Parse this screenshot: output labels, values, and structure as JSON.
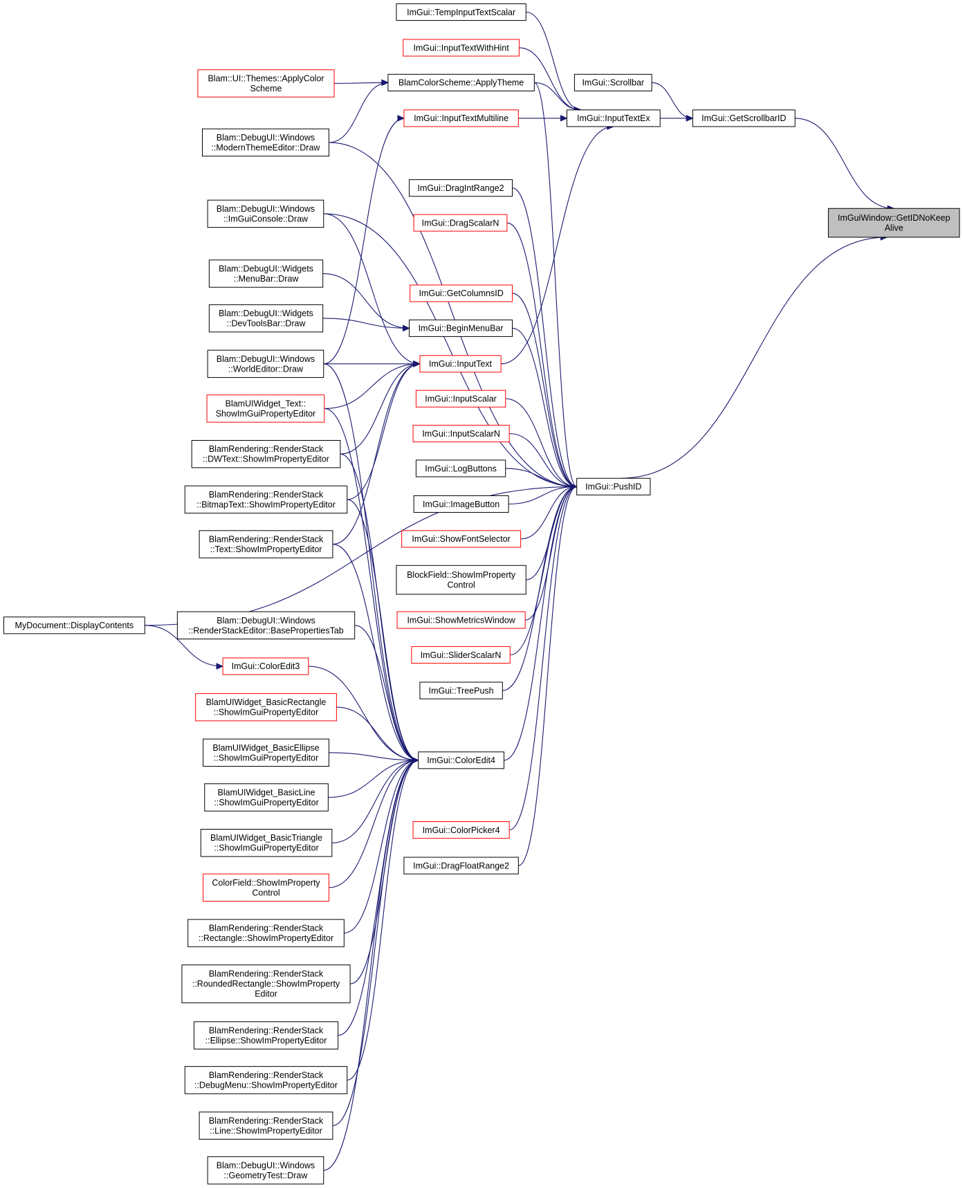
{
  "colors": {
    "edge": "#191970",
    "black_border": "#000000",
    "red_border": "#ff0000",
    "root_fill": "#bfbfbf"
  },
  "nodes": {
    "root": {
      "lines": [
        "ImGuiWindow::GetIDNoKeep",
        "Alive"
      ],
      "border": "black",
      "root": true
    },
    "getScrollbarID": {
      "lines": [
        "ImGui::GetScrollbarID"
      ],
      "border": "black"
    },
    "scrollbar": {
      "lines": [
        "ImGui::Scrollbar"
      ],
      "border": "black"
    },
    "inputTextEx": {
      "lines": [
        "ImGui::InputTextEx"
      ],
      "border": "black"
    },
    "pushID": {
      "lines": [
        "ImGui::PushID"
      ],
      "border": "black"
    },
    "tempInputTextScalar": {
      "lines": [
        "ImGui::TempInputTextScalar"
      ],
      "border": "black"
    },
    "inputTextWithHint": {
      "lines": [
        "ImGui::InputTextWithHint"
      ],
      "border": "red"
    },
    "applyTheme": {
      "lines": [
        "BlamColorScheme::ApplyTheme"
      ],
      "border": "black"
    },
    "inputTextMultiline": {
      "lines": [
        "ImGui::InputTextMultiline"
      ],
      "border": "red"
    },
    "dragIntRange2": {
      "lines": [
        "ImGui::DragIntRange2"
      ],
      "border": "black"
    },
    "dragScalarN": {
      "lines": [
        "ImGui::DragScalarN"
      ],
      "border": "red"
    },
    "getColumnsID": {
      "lines": [
        "ImGui::GetColumnsID"
      ],
      "border": "red"
    },
    "beginMenuBar": {
      "lines": [
        "ImGui::BeginMenuBar"
      ],
      "border": "black"
    },
    "inputText": {
      "lines": [
        "ImGui::InputText"
      ],
      "border": "red"
    },
    "inputScalar": {
      "lines": [
        "ImGui::InputScalar"
      ],
      "border": "red"
    },
    "inputScalarN": {
      "lines": [
        "ImGui::InputScalarN"
      ],
      "border": "red"
    },
    "logButtons": {
      "lines": [
        "ImGui::LogButtons"
      ],
      "border": "black"
    },
    "imageButton": {
      "lines": [
        "ImGui::ImageButton"
      ],
      "border": "black"
    },
    "showFontSelector": {
      "lines": [
        "ImGui::ShowFontSelector"
      ],
      "border": "red"
    },
    "blockField": {
      "lines": [
        "BlockField::ShowImProperty",
        "Control"
      ],
      "border": "black"
    },
    "showMetrics": {
      "lines": [
        "ImGui::ShowMetricsWindow"
      ],
      "border": "red"
    },
    "sliderScalarN": {
      "lines": [
        "ImGui::SliderScalarN"
      ],
      "border": "red"
    },
    "treePush": {
      "lines": [
        "ImGui::TreePush"
      ],
      "border": "black"
    },
    "colorEdit4": {
      "lines": [
        "ImGui::ColorEdit4"
      ],
      "border": "black"
    },
    "colorPicker4": {
      "lines": [
        "ImGui::ColorPicker4"
      ],
      "border": "red"
    },
    "dragFloatRange2": {
      "lines": [
        "ImGui::DragFloatRange2"
      ],
      "border": "black"
    },
    "colorEdit3": {
      "lines": [
        "ImGui::ColorEdit3"
      ],
      "border": "red"
    },
    "applyColorScheme": {
      "lines": [
        "Blam::UI::Themes::ApplyColor",
        "Scheme"
      ],
      "border": "red"
    },
    "modernTheme": {
      "lines": [
        "Blam::DebugUI::Windows",
        "::ModernThemeEditor::Draw"
      ],
      "border": "black"
    },
    "imGuiConsole": {
      "lines": [
        "Blam::DebugUI::Windows",
        "::ImGuiConsole::Draw"
      ],
      "border": "black"
    },
    "menuBarDraw": {
      "lines": [
        "Blam::DebugUI::Widgets",
        "::MenuBar::Draw"
      ],
      "border": "black"
    },
    "devToolsBar": {
      "lines": [
        "Blam::DebugUI::Widgets",
        "::DevToolsBar::Draw"
      ],
      "border": "black"
    },
    "worldEditor": {
      "lines": [
        "Blam::DebugUI::Windows",
        "::WorldEditor::Draw"
      ],
      "border": "black"
    },
    "widgetText": {
      "lines": [
        "BlamUIWidget_Text::",
        "ShowImGuiPropertyEditor"
      ],
      "border": "red"
    },
    "dwText": {
      "lines": [
        "BlamRendering::RenderStack",
        "::DWText::ShowImPropertyEditor"
      ],
      "border": "black"
    },
    "bitmapText": {
      "lines": [
        "BlamRendering::RenderStack",
        "::BitmapText::ShowImPropertyEditor"
      ],
      "border": "black"
    },
    "rsText": {
      "lines": [
        "BlamRendering::RenderStack",
        "::Text::ShowImPropertyEditor"
      ],
      "border": "black"
    },
    "myDocument": {
      "lines": [
        "MyDocument::DisplayContents"
      ],
      "border": "black"
    },
    "renderStackEditor": {
      "lines": [
        "Blam::DebugUI::Windows",
        "::RenderStackEditor::BasePropertiesTab"
      ],
      "border": "black"
    },
    "basicRectangle": {
      "lines": [
        "BlamUIWidget_BasicRectangle",
        "::ShowImGuiPropertyEditor"
      ],
      "border": "red"
    },
    "basicEllipse": {
      "lines": [
        "BlamUIWidget_BasicEllipse",
        "::ShowImGuiPropertyEditor"
      ],
      "border": "black"
    },
    "basicLine": {
      "lines": [
        "BlamUIWidget_BasicLine",
        "::ShowImGuiPropertyEditor"
      ],
      "border": "black"
    },
    "basicTriangle": {
      "lines": [
        "BlamUIWidget_BasicTriangle",
        "::ShowImGuiPropertyEditor"
      ],
      "border": "black"
    },
    "colorField": {
      "lines": [
        "ColorField::ShowImProperty",
        "Control"
      ],
      "border": "red"
    },
    "rsRectangle": {
      "lines": [
        "BlamRendering::RenderStack",
        "::Rectangle::ShowImPropertyEditor"
      ],
      "border": "black"
    },
    "rsRoundedRect": {
      "lines": [
        "BlamRendering::RenderStack",
        "::RoundedRectangle::ShowImProperty",
        "Editor"
      ],
      "border": "black"
    },
    "rsEllipse": {
      "lines": [
        "BlamRendering::RenderStack",
        "::Ellipse::ShowImPropertyEditor"
      ],
      "border": "black"
    },
    "rsDebugMenu": {
      "lines": [
        "BlamRendering::RenderStack",
        "::DebugMenu::ShowImPropertyEditor"
      ],
      "border": "black"
    },
    "rsLine": {
      "lines": [
        "BlamRendering::RenderStack",
        "::Line::ShowImPropertyEditor"
      ],
      "border": "black"
    },
    "geometryTest": {
      "lines": [
        "Blam::DebugUI::Windows",
        "::GeometryTest::Draw"
      ],
      "border": "black"
    }
  },
  "edges": [
    [
      "getScrollbarID",
      "root"
    ],
    [
      "pushID",
      "root"
    ],
    [
      "inputTextEx",
      "getScrollbarID"
    ],
    [
      "scrollbar",
      "getScrollbarID"
    ],
    [
      "tempInputTextScalar",
      "inputTextEx"
    ],
    [
      "inputTextWithHint",
      "inputTextEx"
    ],
    [
      "applyTheme",
      "inputTextEx"
    ],
    [
      "inputTextMultiline",
      "inputTextEx"
    ],
    [
      "inputText",
      "inputTextEx"
    ],
    [
      "applyTheme",
      "pushID"
    ],
    [
      "modernTheme",
      "pushID"
    ],
    [
      "imGuiConsole",
      "pushID"
    ],
    [
      "dragIntRange2",
      "pushID"
    ],
    [
      "dragScalarN",
      "pushID"
    ],
    [
      "getColumnsID",
      "pushID"
    ],
    [
      "beginMenuBar",
      "pushID"
    ],
    [
      "inputScalar",
      "pushID"
    ],
    [
      "inputScalarN",
      "pushID"
    ],
    [
      "logButtons",
      "pushID"
    ],
    [
      "imageButton",
      "pushID"
    ],
    [
      "showFontSelector",
      "pushID"
    ],
    [
      "blockField",
      "pushID"
    ],
    [
      "showMetrics",
      "pushID"
    ],
    [
      "sliderScalarN",
      "pushID"
    ],
    [
      "treePush",
      "pushID"
    ],
    [
      "colorEdit4",
      "pushID"
    ],
    [
      "colorPicker4",
      "pushID"
    ],
    [
      "dragFloatRange2",
      "pushID"
    ],
    [
      "myDocument",
      "pushID"
    ],
    [
      "modernTheme",
      "applyTheme"
    ],
    [
      "applyColorScheme",
      "applyTheme"
    ],
    [
      "imGuiConsole",
      "inputText"
    ],
    [
      "worldEditor",
      "inputText"
    ],
    [
      "widgetText",
      "inputText"
    ],
    [
      "dwText",
      "inputText"
    ],
    [
      "bitmapText",
      "inputText"
    ],
    [
      "rsText",
      "inputText"
    ],
    [
      "worldEditor",
      "inputTextMultiline"
    ],
    [
      "menuBarDraw",
      "beginMenuBar"
    ],
    [
      "devToolsBar",
      "beginMenuBar"
    ],
    [
      "myDocument",
      "colorEdit3"
    ],
    [
      "colorEdit3",
      "colorEdit4"
    ],
    [
      "renderStackEditor",
      "colorEdit4"
    ],
    [
      "basicRectangle",
      "colorEdit4"
    ],
    [
      "basicEllipse",
      "colorEdit4"
    ],
    [
      "basicLine",
      "colorEdit4"
    ],
    [
      "basicTriangle",
      "colorEdit4"
    ],
    [
      "colorField",
      "colorEdit4"
    ],
    [
      "rsRectangle",
      "colorEdit4"
    ],
    [
      "rsRoundedRect",
      "colorEdit4"
    ],
    [
      "rsEllipse",
      "colorEdit4"
    ],
    [
      "rsDebugMenu",
      "colorEdit4"
    ],
    [
      "rsLine",
      "colorEdit4"
    ],
    [
      "geometryTest",
      "colorEdit4"
    ],
    [
      "worldEditor",
      "colorEdit4"
    ],
    [
      "widgetText",
      "colorEdit4"
    ],
    [
      "dwText",
      "colorEdit4"
    ],
    [
      "bitmapText",
      "colorEdit4"
    ],
    [
      "rsText",
      "colorEdit4"
    ]
  ]
}
